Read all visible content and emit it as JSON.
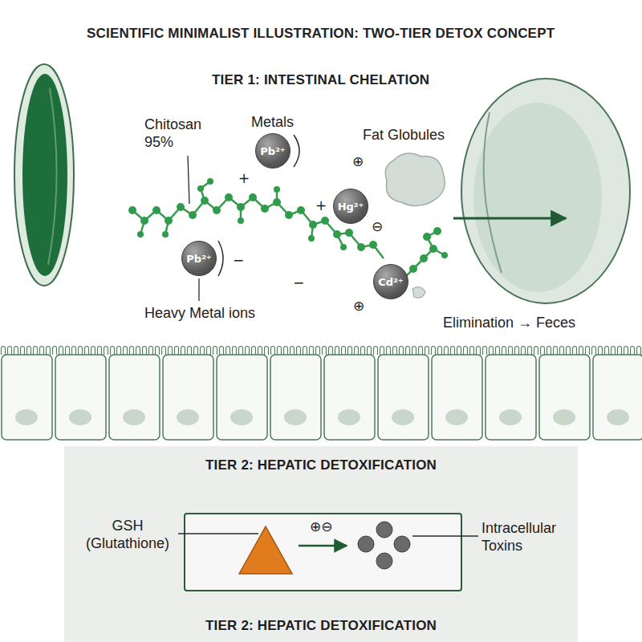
{
  "diagram": {
    "title": "SCIENTIFIC MINIMALIST ILLUSTRATION: TWO-TIER DETOX CONCEPT",
    "nodes": [
      {
        "text": [
          "Pb²⁺"
        ]
      },
      {
        "text": [
          "Hg²⁺"
        ]
      },
      {
        "text": [
          "Pb²⁺"
        ]
      },
      {
        "text": [
          "Cd²⁺"
        ]
      },
      {
        "text": [
          "TIER 2: HEPATIC DETOXIFICATION",
          "TIER 2: HEPATIC DETOXIFICATION"
        ]
      }
    ],
    "labels": [
      "TIER 1: INTESTINAL CHELATION",
      "Chitosan 95%",
      "Metals",
      "Fat Globules",
      "Heavy Metal ions",
      "Elimination → Feces",
      "+",
      "−",
      "⊕",
      "⊖",
      "+",
      "−",
      "⊕",
      "GSH (Glutathione)",
      "⊕⊖",
      "Intracellular Toxins"
    ]
  }
}
